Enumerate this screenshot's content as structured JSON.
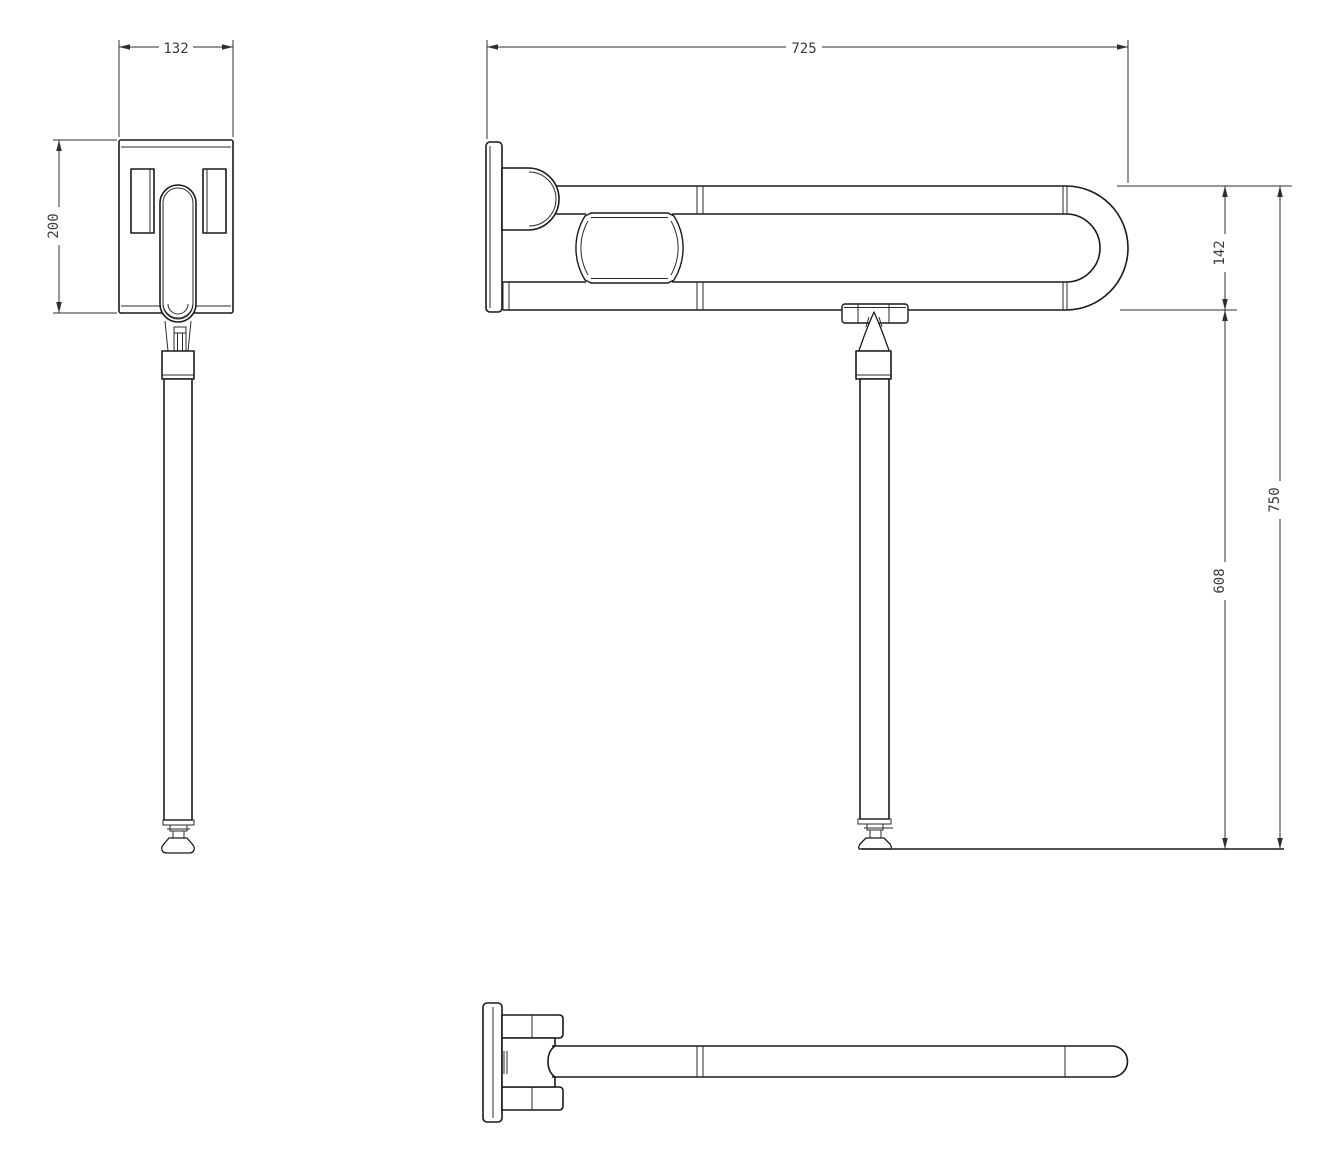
{
  "drawing": {
    "title": "flip-up-grab-rail-technical-drawing",
    "dimensions": {
      "side_view": {
        "width": "132",
        "height": "200"
      },
      "front_view": {
        "length": "725",
        "rail_gap": "142",
        "leg_drop": "608",
        "overall_height": "750"
      }
    }
  }
}
